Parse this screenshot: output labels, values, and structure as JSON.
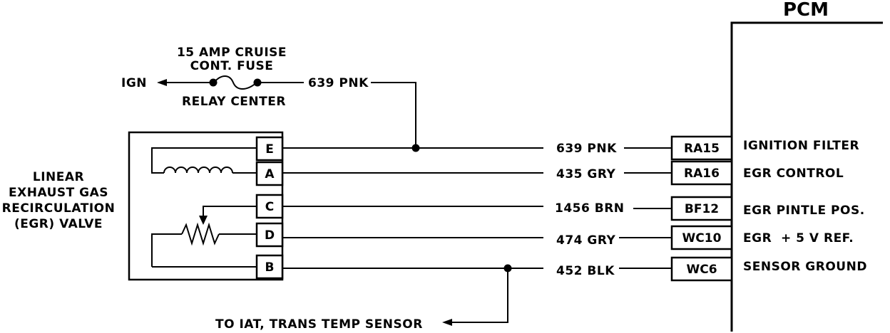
{
  "pcm": {
    "title": "PCM"
  },
  "fuse": {
    "label_line1": "15 AMP CRUISE",
    "label_line2": "CONT. FUSE",
    "location": "RELAY CENTER",
    "source": "IGN",
    "wire": "639 PNK"
  },
  "valve": {
    "name_lines": [
      "LINEAR",
      "EXHAUST GAS",
      "RECIRCULATION",
      "(EGR) VALVE"
    ],
    "pins": [
      "E",
      "A",
      "C",
      "D",
      "B"
    ]
  },
  "circuits": [
    {
      "pin": "E",
      "wire": "639 PNK",
      "terminal": "RA15",
      "function": "IGNITION FILTER"
    },
    {
      "pin": "A",
      "wire": "435 GRY",
      "terminal": "RA16",
      "function": "EGR CONTROL"
    },
    {
      "pin": "C",
      "wire": "1456 BRN",
      "terminal": "BF12",
      "function": "EGR PINTLE POS."
    },
    {
      "pin": "D",
      "wire": "474 GRY",
      "terminal": "WC10",
      "function": "EGR  + 5 V REF."
    },
    {
      "pin": "B",
      "wire": "452 BLK",
      "terminal": "WC6",
      "function": "SENSOR GROUND"
    }
  ],
  "sensor_link": {
    "label": "TO IAT, TRANS TEMP SENSOR"
  }
}
